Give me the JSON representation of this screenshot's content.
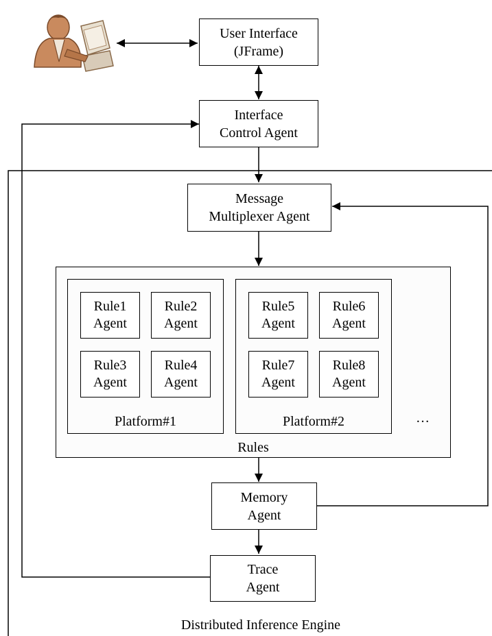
{
  "nodes": {
    "user_interface": [
      "User Interface",
      "(JFrame)"
    ],
    "interface_control": [
      "Interface",
      "Control Agent"
    ],
    "message_multiplexer": [
      "Message",
      "Multiplexer Agent"
    ],
    "memory": [
      "Memory",
      "Agent"
    ],
    "trace": [
      "Trace",
      "Agent"
    ]
  },
  "platforms": [
    {
      "label": "Platform#1",
      "rules": [
        [
          "Rule1",
          "Agent"
        ],
        [
          "Rule2",
          "Agent"
        ],
        [
          "Rule3",
          "Agent"
        ],
        [
          "Rule4",
          "Agent"
        ]
      ]
    },
    {
      "label": "Platform#2",
      "rules": [
        [
          "Rule5",
          "Agent"
        ],
        [
          "Rule6",
          "Agent"
        ],
        [
          "Rule7",
          "Agent"
        ],
        [
          "Rule8",
          "Agent"
        ]
      ]
    }
  ],
  "rules_label": "Rules",
  "more_platforms": "…",
  "engine_label": "Distributed Inference Engine",
  "colors": {
    "stroke": "#000000",
    "panel": "#fcfcfc",
    "user_skin": "#c98a5e",
    "user_dark": "#7a4a2a"
  },
  "icons": {
    "user": "user-at-computer-icon"
  }
}
